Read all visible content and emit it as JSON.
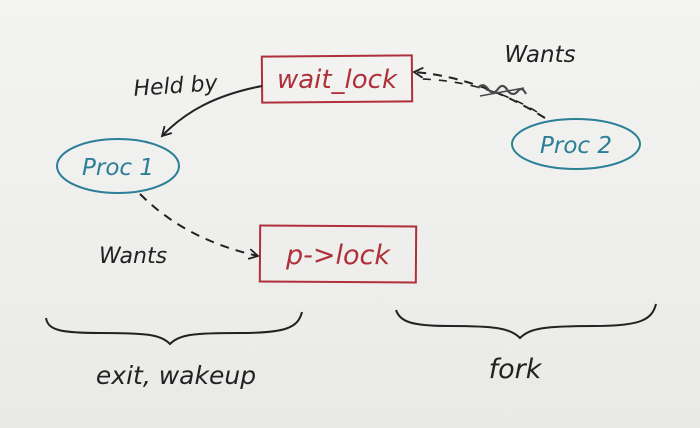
{
  "colors": {
    "ink": "#222222",
    "lock": "#b0303a",
    "process": "#2b7f96",
    "scribble": "#4a4a4a"
  },
  "locks": {
    "wait_lock": "wait_lock",
    "p_lock": "p->lock"
  },
  "processes": {
    "proc1": "Proc 1",
    "proc2": "Proc 2"
  },
  "edges": {
    "held_by": "Held by",
    "wants_proc1": "Wants",
    "wants_proc2": "Wants"
  },
  "groups": {
    "left": "exit, wakeup",
    "right": "fork"
  }
}
